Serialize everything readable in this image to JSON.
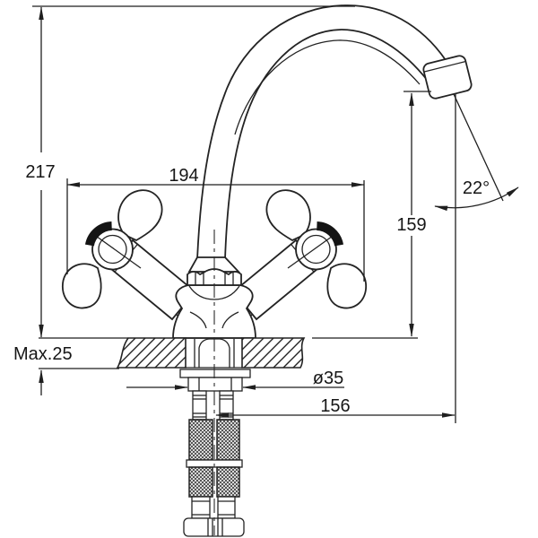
{
  "drawing": {
    "type": "technical-dimension-drawing",
    "subject": "dual-handle basin faucet with gooseneck spout, side view",
    "background_color": "#ffffff",
    "line_color": "#232323",
    "labels": {
      "overall_height": "217",
      "handle_span": "194",
      "outlet_height": "159",
      "outlet_angle": "22°",
      "max_mount_thickness": "Max.25",
      "shank_diameter": "ø35",
      "spout_reach": "156"
    }
  }
}
